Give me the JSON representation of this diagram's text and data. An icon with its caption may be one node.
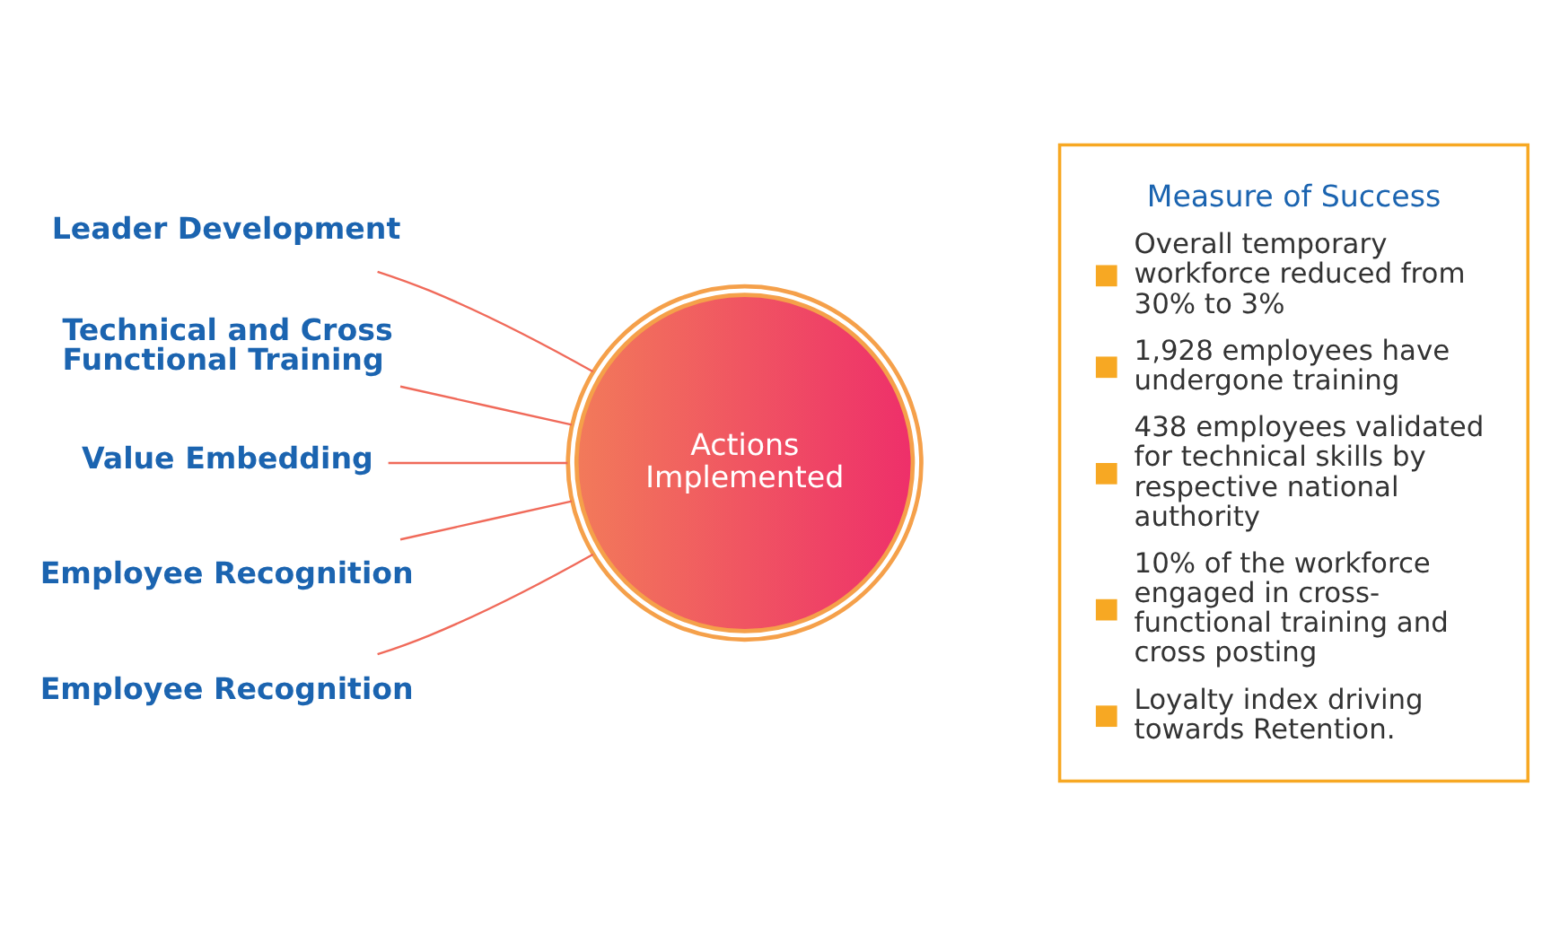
{
  "diagram": {
    "nodes": [
      {
        "text": [
          "Leader Development"
        ]
      },
      {
        "text": [
          "Technical and Cross Functional Training"
        ]
      },
      {
        "text": [
          "Value Embedding"
        ]
      },
      {
        "text": [
          "Employee Recognition"
        ]
      },
      {
        "text": [
          "Employee Recognition"
        ]
      },
      {
        "text": [
          "Actions Implemented"
        ]
      },
      {
        "text": [
          "Measure of Success",
          "Overall temporary workforce reduced from 30% to 3%",
          "1,928 employees have undergone training",
          "438 employees validated for technical skills by respective national authority",
          "10% of the workforce engaged in cross-functional training and cross posting",
          "Loyalty index driving towards Retention."
        ]
      }
    ],
    "edges": [
      {
        "from": 0,
        "to": 5,
        "arrow": "none"
      },
      {
        "from": 1,
        "to": 5,
        "arrow": "none"
      },
      {
        "from": 2,
        "to": 5,
        "arrow": "none"
      },
      {
        "from": 3,
        "to": 5,
        "arrow": "none"
      },
      {
        "from": 4,
        "to": 5,
        "arrow": "none"
      }
    ]
  }
}
